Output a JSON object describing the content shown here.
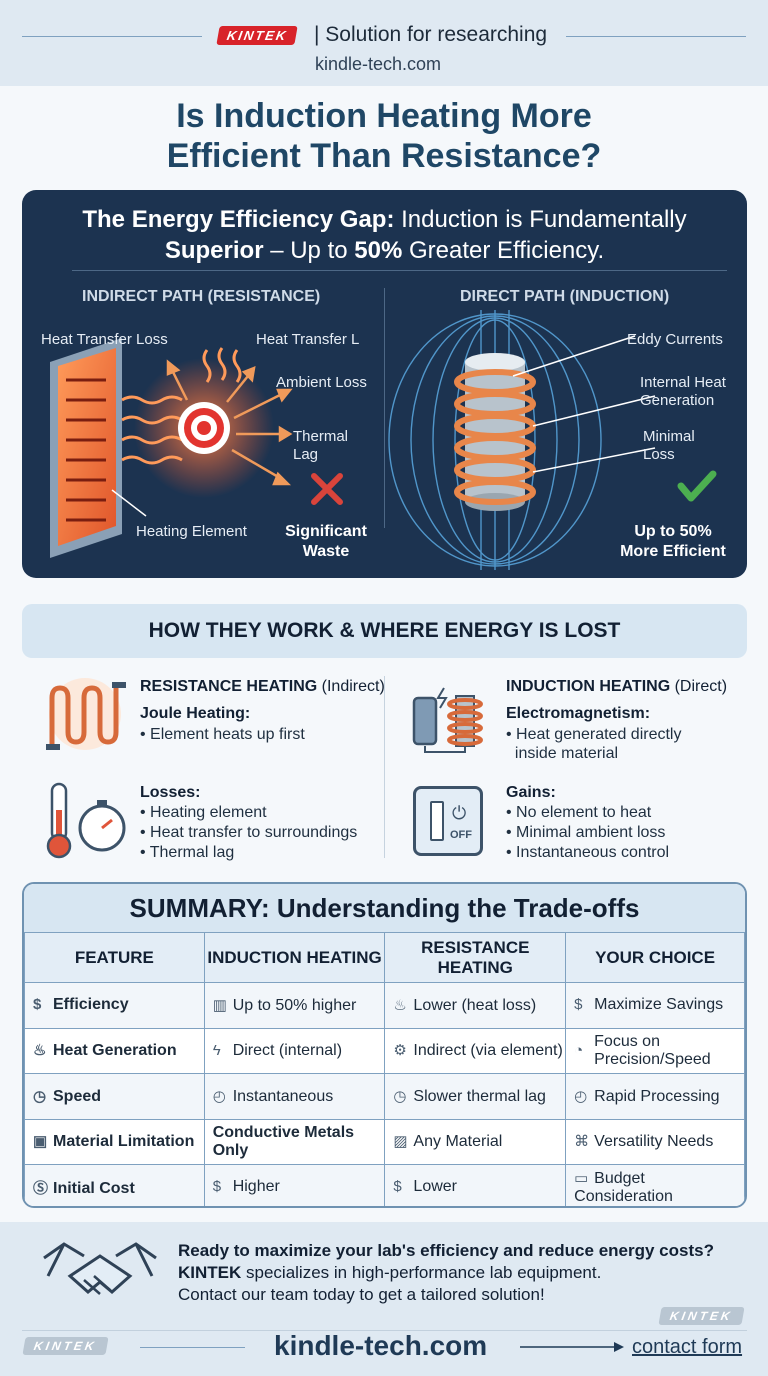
{
  "header": {
    "brand": "KINTEK",
    "tagline": "| Solution for researching",
    "site": "kindle-tech.com"
  },
  "title": {
    "line1": "Is Induction Heating More",
    "line2": "Efficient Than Resistance?"
  },
  "efficiency_panel": {
    "title_bold1": "The Energy Efficiency Gap:",
    "title_rest1": " Induction is Fundamentally",
    "title_bold2": "Superior",
    "title_rest2": " – Up to ",
    "title_bold3": "50%",
    "title_rest3": " Greater Efficiency.",
    "indirect": {
      "heading": "INDIRECT PATH (RESISTANCE)",
      "labels": [
        "Heat Transfer Loss",
        "Heat Transfer L",
        "Ambient Loss",
        "Thermal",
        "Lag",
        "Heating Element"
      ],
      "verdict_line1": "Significant",
      "verdict_line2": "Waste"
    },
    "direct": {
      "heading": "DIRECT PATH (INDUCTION)",
      "labels": [
        "Eddy Currents",
        "Internal Heat",
        "Generation",
        "Minimal",
        "Loss"
      ],
      "verdict_line1": "Up to 50%",
      "verdict_line2": "More Efficient"
    },
    "colors": {
      "panel": "#1c3350",
      "waste": "#d9443b",
      "good": "#4caf50"
    }
  },
  "how": {
    "title": "HOW THEY WORK & WHERE ENERGY IS LOST",
    "resistance": {
      "head_bold": "RESISTANCE HEATING",
      "head_rest": " (Indirect)",
      "sub1": "Joule Heating:",
      "bullets1": [
        "• Element heats up first"
      ],
      "sub2": "Losses:",
      "bullets2": [
        "• Heating element",
        "• Heat transfer to surroundings",
        "• Thermal lag"
      ]
    },
    "induction": {
      "head_bold": "INDUCTION HEATING",
      "head_rest": " (Direct)",
      "sub1": "Electromagnetism:",
      "bullets1": [
        "• Heat generated directly",
        "  inside material"
      ],
      "sub2": "Gains:",
      "bullets2": [
        "• No element to heat",
        "• Minimal ambient loss",
        "• Instantaneous control"
      ],
      "switch_label": "OFF"
    }
  },
  "summary": {
    "title": "SUMMARY: Understanding the Trade-offs",
    "headers": [
      "FEATURE",
      "INDUCTION HEATING",
      "RESISTANCE HEATING",
      "YOUR CHOICE"
    ],
    "rows": [
      {
        "feature": "Efficiency",
        "induction": "Up to 50% higher",
        "resistance": "Lower (heat loss)",
        "choice": "Maximize Savings"
      },
      {
        "feature": "Heat Generation",
        "induction": "Direct (internal)",
        "resistance": "Indirect (via element)",
        "choice1": "Focus on",
        "choice2": "Precision/Speed"
      },
      {
        "feature": "Speed",
        "induction": "Instantaneous",
        "resistance": "Slower thermal lag",
        "choice": "Rapid Processing"
      },
      {
        "feature": "Material Limitation",
        "induction": "Conductive Metals Only",
        "resistance": "Any Material",
        "choice": "Versatility Needs"
      },
      {
        "feature": "Initial Cost",
        "induction": "Higher",
        "resistance": "Lower",
        "choice": "Budget Consideration"
      }
    ]
  },
  "footer": {
    "cta_line1": "Ready to maximize your lab's efficiency and reduce energy costs?",
    "cta_brand": "KINTEK",
    "cta_line2_rest": " specializes in high-performance lab equipment.",
    "cta_line3": "Contact our team today to get a tailored solution!",
    "brand": "KINTEK",
    "site": "kindle-tech.com",
    "contact": "contact form"
  }
}
